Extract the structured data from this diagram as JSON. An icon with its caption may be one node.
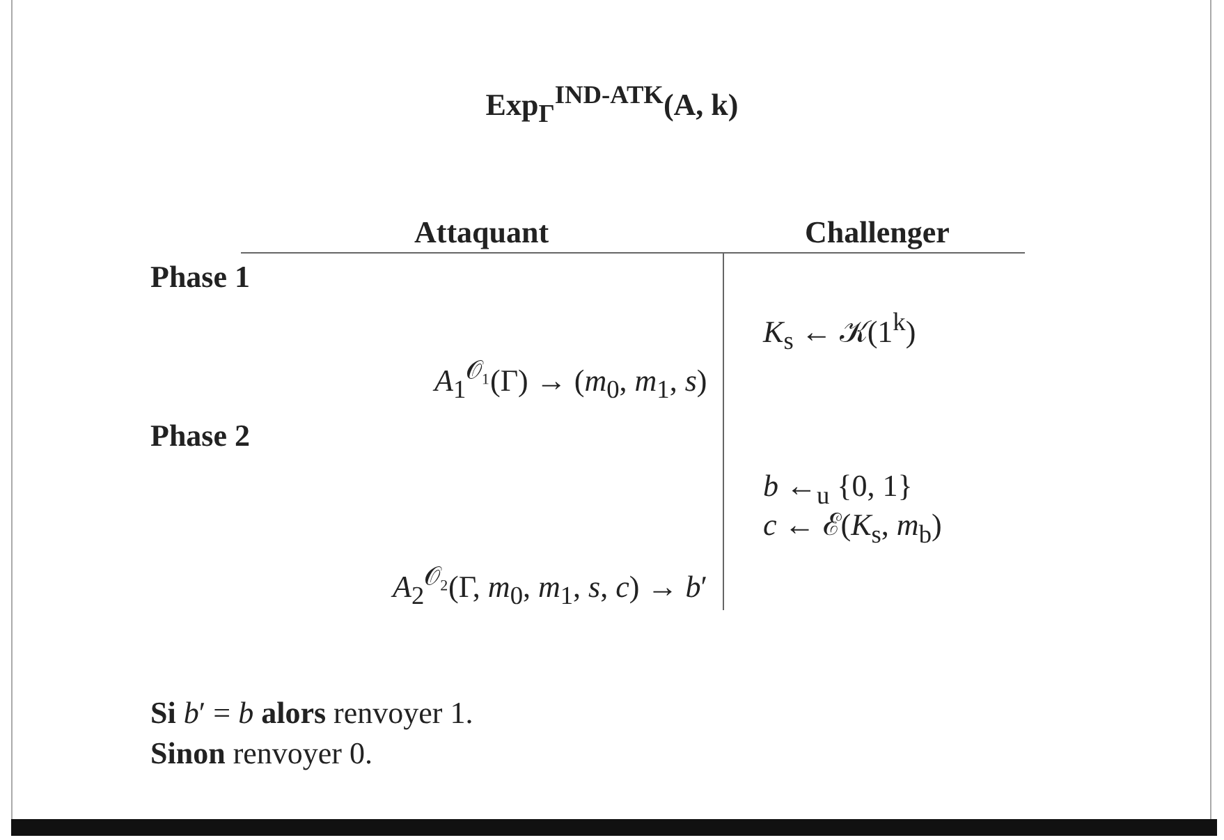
{
  "diagram": {
    "title": "Exp$_{Γ}$$^{IND-ATK}$(A, k)",
    "labels": [
      "Attaquant",
      "Challenger",
      "Phase 1",
      "*K*$_{s}$ ← 𝒦(1$^{k}$)",
      "*A*$_{1}$$^{𝒪₁}$(Γ) → (*m*$_{0}$, *m*$_{1}$, *s*)",
      "Phase 2",
      "*b* ←$_{u}$ {0, 1}",
      "*c* ← ℰ(*K*$_{s}$, *m*$_{b}$)",
      "*A*$_{2}$$^{𝒪₂}$(Γ, *m*$_{0}$, *m*$_{1}$, *s*, *c*) → *b*′",
      "**Si** *b*′ = *b* **alors** renvoyer 1.",
      "**Sinon** renvoyer 0."
    ]
  }
}
